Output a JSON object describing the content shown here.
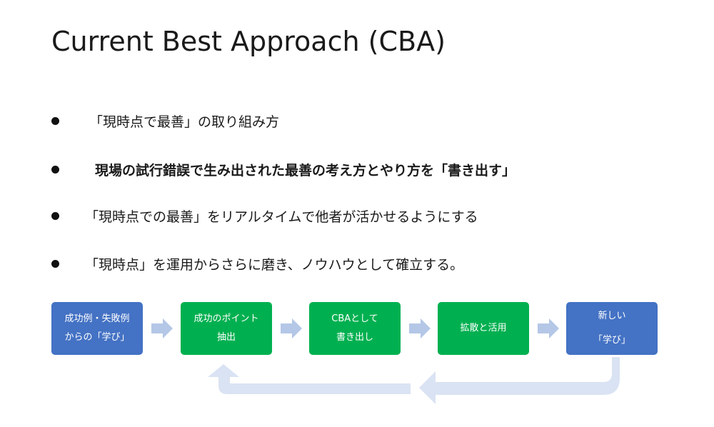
{
  "title": "Current Best Approach (CBA)",
  "bullets": [
    "「現時点で最善」の取り組み方",
    "現場の試行錯誤で生み出された最善の考え方とやり方を「書き出す」",
    "「現時点での最善」をリアルタイムで他者が活かせるようにする",
    "「現時点」を運用からさらに磨き、ノウハウとして確立する。"
  ],
  "flow": [
    {
      "line1": "成功例・失敗例",
      "line2": "からの「学び」"
    },
    {
      "line1": "成功のポイント",
      "line2": "抽出"
    },
    {
      "line1": "CBAとして",
      "line2": "書き出し"
    },
    {
      "line1": "拡散と活用",
      "line2": ""
    },
    {
      "line1": "新しい",
      "line2": "「学び」"
    }
  ],
  "colors": {
    "blue_box": "#4472c4",
    "green_box": "#00b050",
    "arrow": "#b4c7e7",
    "loop_arrow": "#dae3f3"
  }
}
